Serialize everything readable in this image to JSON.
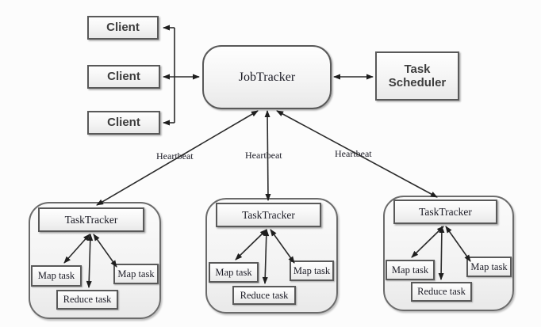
{
  "diagram": {
    "clients": [
      {
        "label": "Client"
      },
      {
        "label": "Client"
      },
      {
        "label": "Client"
      }
    ],
    "job_tracker": {
      "label": "JobTracker"
    },
    "task_scheduler": {
      "label": "Task Scheduler"
    },
    "heartbeats": [
      {
        "label": "Heartbeat"
      },
      {
        "label": "Heartbeat"
      },
      {
        "label": "Heartbeat"
      }
    ],
    "groups": [
      {
        "tracker_label": "TaskTracker",
        "map_left": "Map task",
        "reduce": "Reduce task",
        "map_right": "Map task"
      },
      {
        "tracker_label": "TaskTracker",
        "map_left": "Map task",
        "reduce": "Reduce task",
        "map_right": "Map task"
      },
      {
        "tracker_label": "TaskTracker",
        "map_left": "Map task",
        "reduce": "Reduce task",
        "map_right": "Map task"
      }
    ],
    "colors": {
      "background": "#fcfcfc",
      "box_border": "#595959",
      "box_fill": "#f4f4f4",
      "container_border": "#6b6b6b",
      "line": "#2b2b2b",
      "serif_text": "#1c1c26",
      "sans_text": "#3d3d3d"
    }
  }
}
